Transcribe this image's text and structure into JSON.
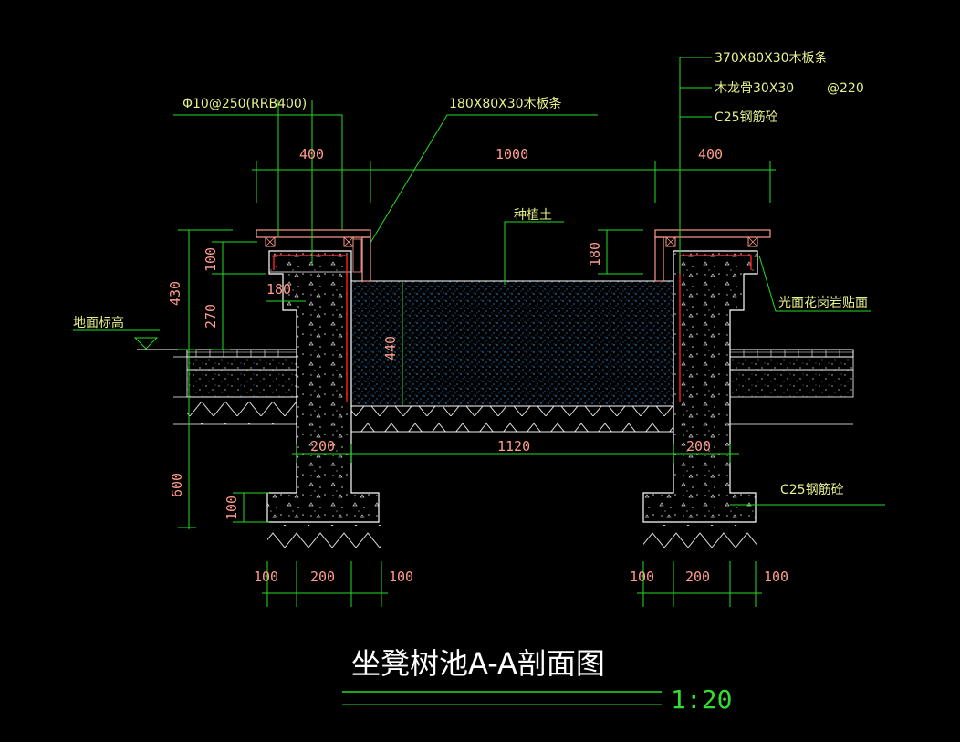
{
  "labels": {
    "rebar": "Φ10@250(RRB400)",
    "wood_strip_inner": "180X80X30木板条",
    "wood_strip_outer": "370X80X30木板条",
    "keel": "木龙骨30X30",
    "keel_spacing": "@220",
    "concrete_top": "C25钢筋砼",
    "planting_soil": "种植土",
    "granite": "光面花岗岩贴面",
    "ground_level": "地面标高",
    "concrete_bottom": "C25钢筋砼"
  },
  "dims": {
    "top_left": "400",
    "top_mid": "1000",
    "top_right": "400",
    "h430": "430",
    "h100": "100",
    "h270": "270",
    "h180_left": "180",
    "h180_right": "180",
    "h440": "440",
    "h600": "600",
    "h100_footing": "100",
    "wall_left": "200",
    "inner_width": "1120",
    "wall_right": "200",
    "foot_l_a": "100",
    "foot_l_b": "200",
    "foot_l_c": "100",
    "foot_r_a": "100",
    "foot_r_b": "200",
    "foot_r_c": "100"
  },
  "title": "坐凳树池A-A剖面图",
  "scale": "1:20",
  "colors": {
    "background": "#000000",
    "dimension_line": "#22dd22",
    "dimension_text": "#ff9a8a",
    "label_text": "#e8f08a",
    "wood": "#ff9a8a",
    "rebar": "#ff2020",
    "outline": "#ffffff",
    "soil_dots": "#3fa8ff"
  }
}
